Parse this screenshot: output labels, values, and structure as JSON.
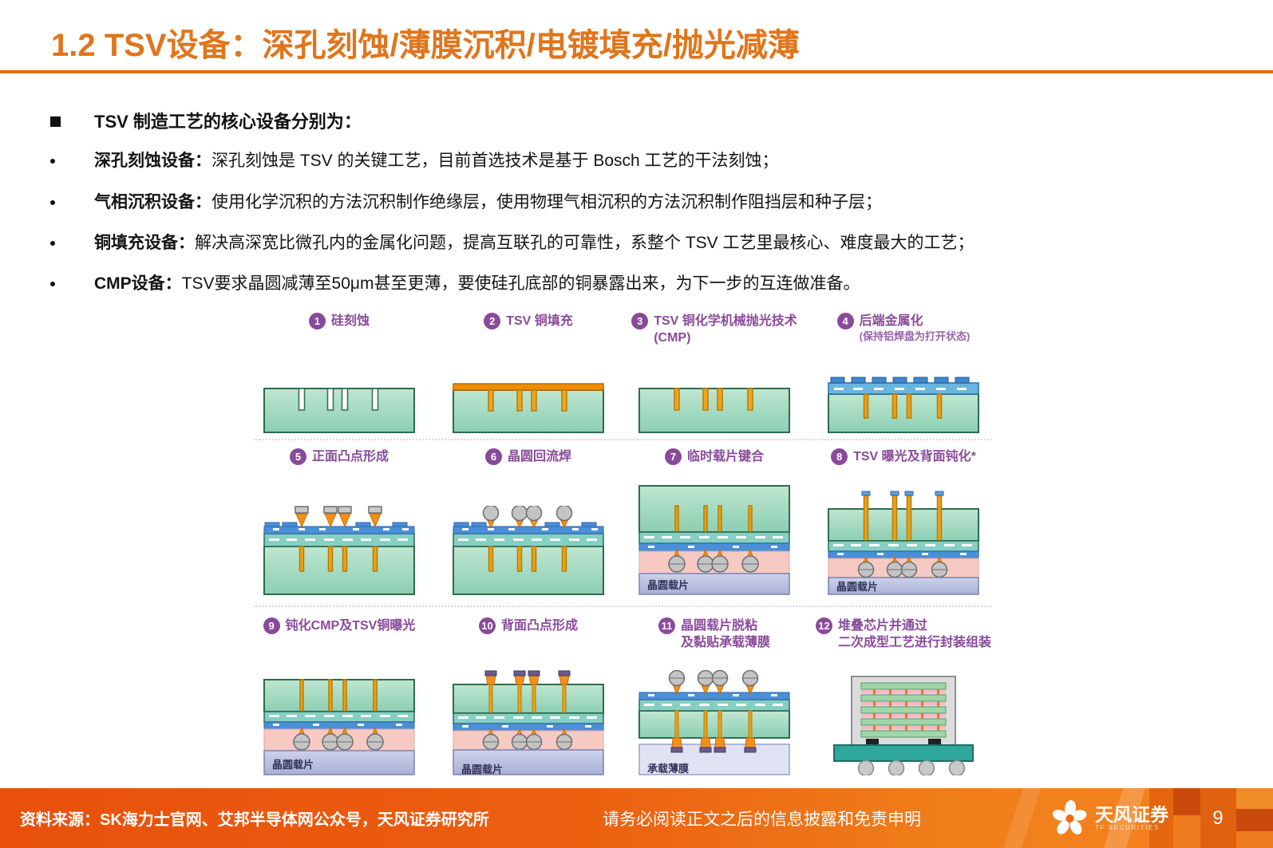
{
  "title": "1.2 TSV设备：深孔刻蚀/薄膜沉积/电镀填充/抛光减薄",
  "bullets": {
    "heading": "TSV 制造工艺的核心设备分别为：",
    "items": [
      {
        "label": "深孔刻蚀设备：",
        "text": "深孔刻蚀是 TSV 的关键工艺，目前首选技术是基于 Bosch 工艺的干法刻蚀；"
      },
      {
        "label": "气相沉积设备：",
        "text": "使用化学沉积的方法沉积制作绝缘层，使用物理气相沉积的方法沉积制作阻挡层和种子层；"
      },
      {
        "label": "铜填充设备：",
        "text": "解决高深宽比微孔内的金属化问题，提高互联孔的可靠性，系整个 TSV 工艺里最核心、难度最大的工艺；"
      },
      {
        "label": "CMP设备：",
        "text": "TSV要求晶圆减薄至50μm甚至更薄，要使硅孔底部的铜暴露出来，为下一步的互连做准备。"
      }
    ]
  },
  "process": {
    "steps": [
      {
        "num": "1",
        "label": "硅刻蚀"
      },
      {
        "num": "2",
        "label": "TSV 铜填充"
      },
      {
        "num": "3",
        "label": "TSV 铜化学机械抛光技术",
        "label2": "(CMP)"
      },
      {
        "num": "4",
        "label": "后端金属化",
        "label2": "(保持铝焊盘为打开状态)"
      },
      {
        "num": "5",
        "label": "正面凸点形成"
      },
      {
        "num": "6",
        "label": "晶圆回流焊"
      },
      {
        "num": "7",
        "label": "临时载片键合",
        "carrier": "晶圆载片"
      },
      {
        "num": "8",
        "label": "TSV 曝光及背面钝化*",
        "carrier": "晶圆载片"
      },
      {
        "num": "9",
        "label": "钝化CMP及TSV铜曝光",
        "carrier": "晶圆载片"
      },
      {
        "num": "10",
        "label": "背面凸点形成",
        "carrier": "晶圆载片"
      },
      {
        "num": "11",
        "label": "晶圆载片脱粘",
        "label2": "及黏贴承载薄膜",
        "carrier": "承载薄膜"
      },
      {
        "num": "12",
        "label": "堆叠芯片并通过",
        "label2": "二次成型工艺进行封装组装"
      }
    ]
  },
  "footer": {
    "source": "资料来源：SK海力士官网、艾邦半导体网公众号，天风证券研究所",
    "disclaimer": "请务必阅读正文之后的信息披露和免责申明",
    "brand": "天风证券",
    "brand_sub": "TF SECURITIES",
    "page": "9"
  },
  "colors": {
    "accent_orange": "#E0751C",
    "step_purple": "#8A4A9B",
    "copper_orange": "#F2A01C",
    "wafer_green": "#9BD6BB",
    "carrier_lavender": "#BEC4E2",
    "footer_gradient_left": "#E8500C",
    "footer_gradient_right": "#F58220"
  }
}
